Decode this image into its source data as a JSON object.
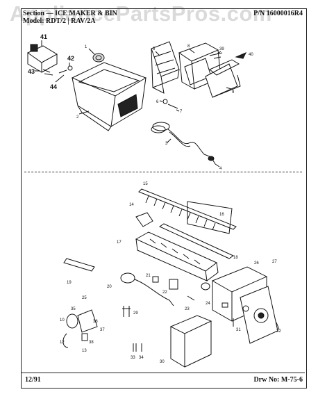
{
  "header": {
    "line1": "Section — ICE MAKER & BIN",
    "line2": "Model: RDT/2 | RAV/2A",
    "part_number": "P/N 16000016R4"
  },
  "watermark": "AppliancePartsPros.com",
  "footer": {
    "date": "12/91",
    "drawing_number": "Drw No: M-75-6"
  },
  "callouts": {
    "c41": "41",
    "c42": "42",
    "c43": "43",
    "c44": "44",
    "c1": "1",
    "c2": "2",
    "c3": "3",
    "c4": "4",
    "c5": "5",
    "c6": "6",
    "c7": "7",
    "c8": "8",
    "c9": "9",
    "c39": "39",
    "c40": "40",
    "c14": "14",
    "c15": "15",
    "c16": "16",
    "c17": "17",
    "c18": "18",
    "c19": "19",
    "c20": "20",
    "c21": "21",
    "c22": "22",
    "c23": "23",
    "c24": "24",
    "c25": "25",
    "c26": "26",
    "c27": "27",
    "c29": "29",
    "c30": "30",
    "c31": "31",
    "c32": "32",
    "c33": "33",
    "c34": "34",
    "c35": "35",
    "c36": "36",
    "c37": "37",
    "c38": "38",
    "c10": "10",
    "c12": "12",
    "c13": "13"
  }
}
